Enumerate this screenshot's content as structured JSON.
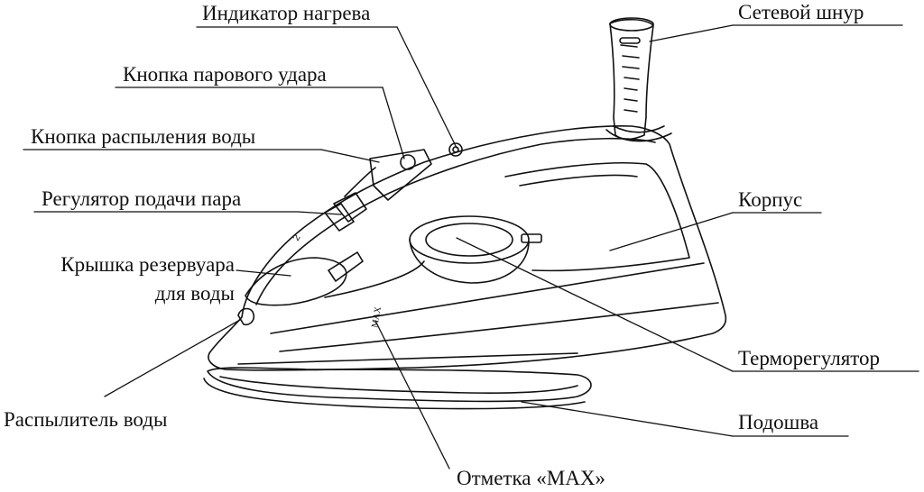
{
  "labels": {
    "heat_indicator": "Индикатор нагрева",
    "power_cord": "Сетевой шнур",
    "steam_burst_button": "Кнопка парового удара",
    "water_spray_button": "Кнопка распыления воды",
    "steam_regulator": "Регулятор подачи пара",
    "body": "Корпус",
    "tank_cover_line1": "Крышка резервуара",
    "tank_cover_line2": "для воды",
    "thermostat": "Терморегулятор",
    "water_sprayer": "Распылитель воды",
    "soleplate": "Подошва",
    "max_mark": "Отметка «MAX»"
  },
  "drawing": {
    "max_text": "MAX",
    "knob_mark": "2"
  }
}
